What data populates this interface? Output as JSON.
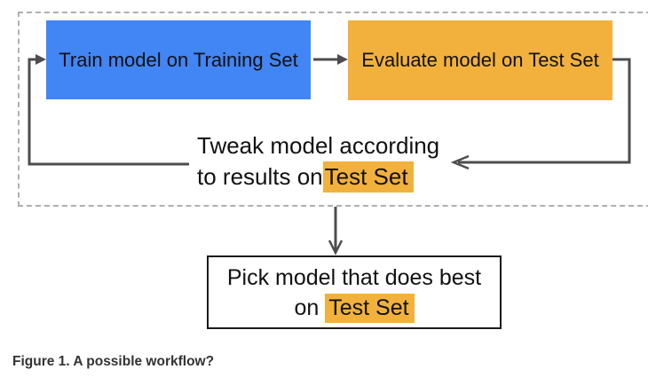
{
  "figure": {
    "caption": "Figure 1. A possible workflow?"
  },
  "diagram": {
    "train_box": {
      "label": "Train model on Training Set",
      "color": "#4285f4"
    },
    "evaluate_box": {
      "label": "Evaluate model on Test Set",
      "color": "#f2b13d"
    },
    "tweak_note": {
      "line1": "Tweak model according",
      "line2_prefix": "to results on",
      "line2_highlight": "Test Set",
      "highlight_color": "#f2b13d"
    },
    "pick_box": {
      "line1": "Pick model that does best",
      "line2_prefix": "on ",
      "line2_highlight": "Test Set",
      "highlight_color": "#f2b13d"
    },
    "colors": {
      "arrow_line": "#4d4d4d",
      "dashed_border": "#b0b0b0",
      "pick_box_border": "#1a1a1a"
    }
  }
}
